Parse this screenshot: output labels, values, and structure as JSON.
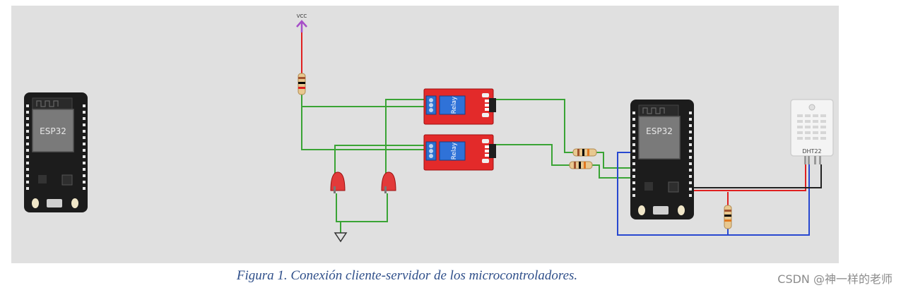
{
  "diagram": {
    "esp32_left_label": "ESP32",
    "esp32_right_label": "ESP32",
    "vcc_label": "VCC",
    "relay_1_label": "Relay",
    "relay_2_label": "Relay",
    "dht_label": "DHT22",
    "colors": {
      "canvas": "#e0e0e0",
      "wire_green": "#3aa435",
      "wire_red": "#e02020",
      "wire_blue": "#2848d0",
      "wire_black": "#222222",
      "relay_board": "#e32a2a",
      "esp_board": "#1c1c1c",
      "vcc": "#a64fc8"
    }
  },
  "caption": "Figura 1. Conexión cliente-servidor de los microcontroladores.",
  "watermark": "CSDN @神一样的老师"
}
